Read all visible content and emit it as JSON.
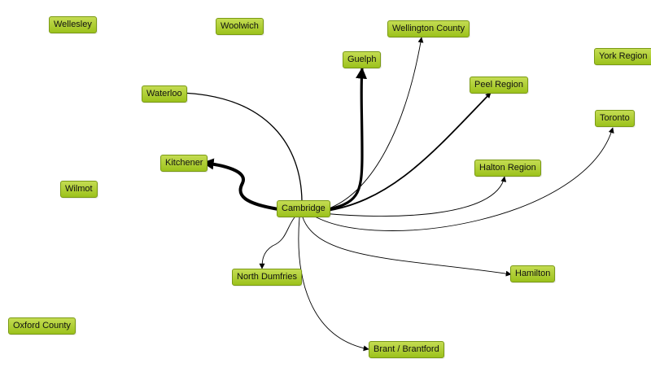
{
  "nodes": {
    "wellesley": "Wellesley",
    "woolwich": "Woolwich",
    "wellington_county": "Wellington County",
    "guelph": "Guelph",
    "york_region": "York Region",
    "peel_region": "Peel Region",
    "waterloo": "Waterloo",
    "toronto": "Toronto",
    "kitchener": "Kitchener",
    "halton_region": "Halton Region",
    "wilmot": "Wilmot",
    "cambridge": "Cambridge",
    "north_dumfries": "North Dumfries",
    "hamilton": "Hamilton",
    "oxford_county": "Oxford County",
    "brant_brantford": "Brant / Brantford"
  },
  "edges": [
    {
      "from": "cambridge",
      "to": "kitchener",
      "weight": "heavy"
    },
    {
      "from": "cambridge",
      "to": "waterloo",
      "weight": "light"
    },
    {
      "from": "cambridge",
      "to": "guelph",
      "weight": "heavy"
    },
    {
      "from": "cambridge",
      "to": "wellington_county",
      "weight": "light"
    },
    {
      "from": "cambridge",
      "to": "peel_region",
      "weight": "medium"
    },
    {
      "from": "cambridge",
      "to": "halton_region",
      "weight": "light"
    },
    {
      "from": "cambridge",
      "to": "toronto",
      "weight": "light"
    },
    {
      "from": "cambridge",
      "to": "north_dumfries",
      "weight": "light"
    },
    {
      "from": "cambridge",
      "to": "hamilton",
      "weight": "light"
    },
    {
      "from": "cambridge",
      "to": "brant_brantford",
      "weight": "light"
    }
  ],
  "colors": {
    "node_fill_top": "#c4dc52",
    "node_fill_bottom": "#9cc21c",
    "node_border": "#7a9a14",
    "edge": "#000000"
  }
}
